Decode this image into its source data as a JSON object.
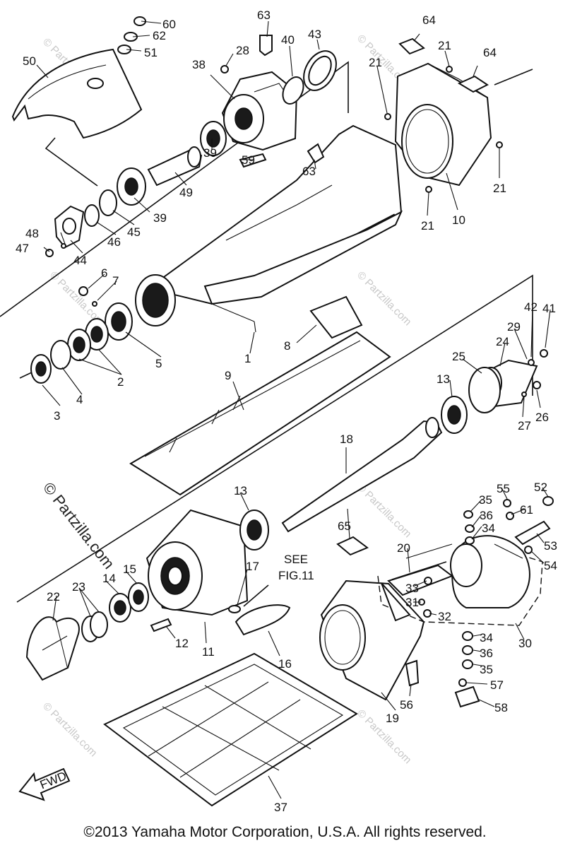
{
  "diagram": {
    "copyright": "©2013 Yamaha Motor Corporation, U.S.A. All rights reserved.",
    "watermark": "© Partzilla.com",
    "fwd_label": "FWD",
    "see_note": [
      "SEE",
      "FIG.11"
    ],
    "callouts": [
      "60",
      "62",
      "51",
      "50",
      "63",
      "28",
      "40",
      "43",
      "38",
      "64",
      "21",
      "21",
      "64",
      "39",
      "59",
      "63",
      "21",
      "49",
      "39",
      "21",
      "10",
      "45",
      "46",
      "44",
      "48",
      "47",
      "6",
      "7",
      "5",
      "1",
      "8",
      "2",
      "3",
      "4",
      "42",
      "41",
      "29",
      "24",
      "25",
      "13",
      "9",
      "27",
      "26",
      "18",
      "65",
      "55",
      "52",
      "35",
      "36",
      "34",
      "61",
      "53",
      "54",
      "13",
      "20",
      "33",
      "31",
      "32",
      "30",
      "23",
      "14",
      "15",
      "22",
      "12",
      "11",
      "17",
      "16",
      "34",
      "36",
      "35",
      "57",
      "56",
      "58",
      "19",
      "37"
    ]
  }
}
